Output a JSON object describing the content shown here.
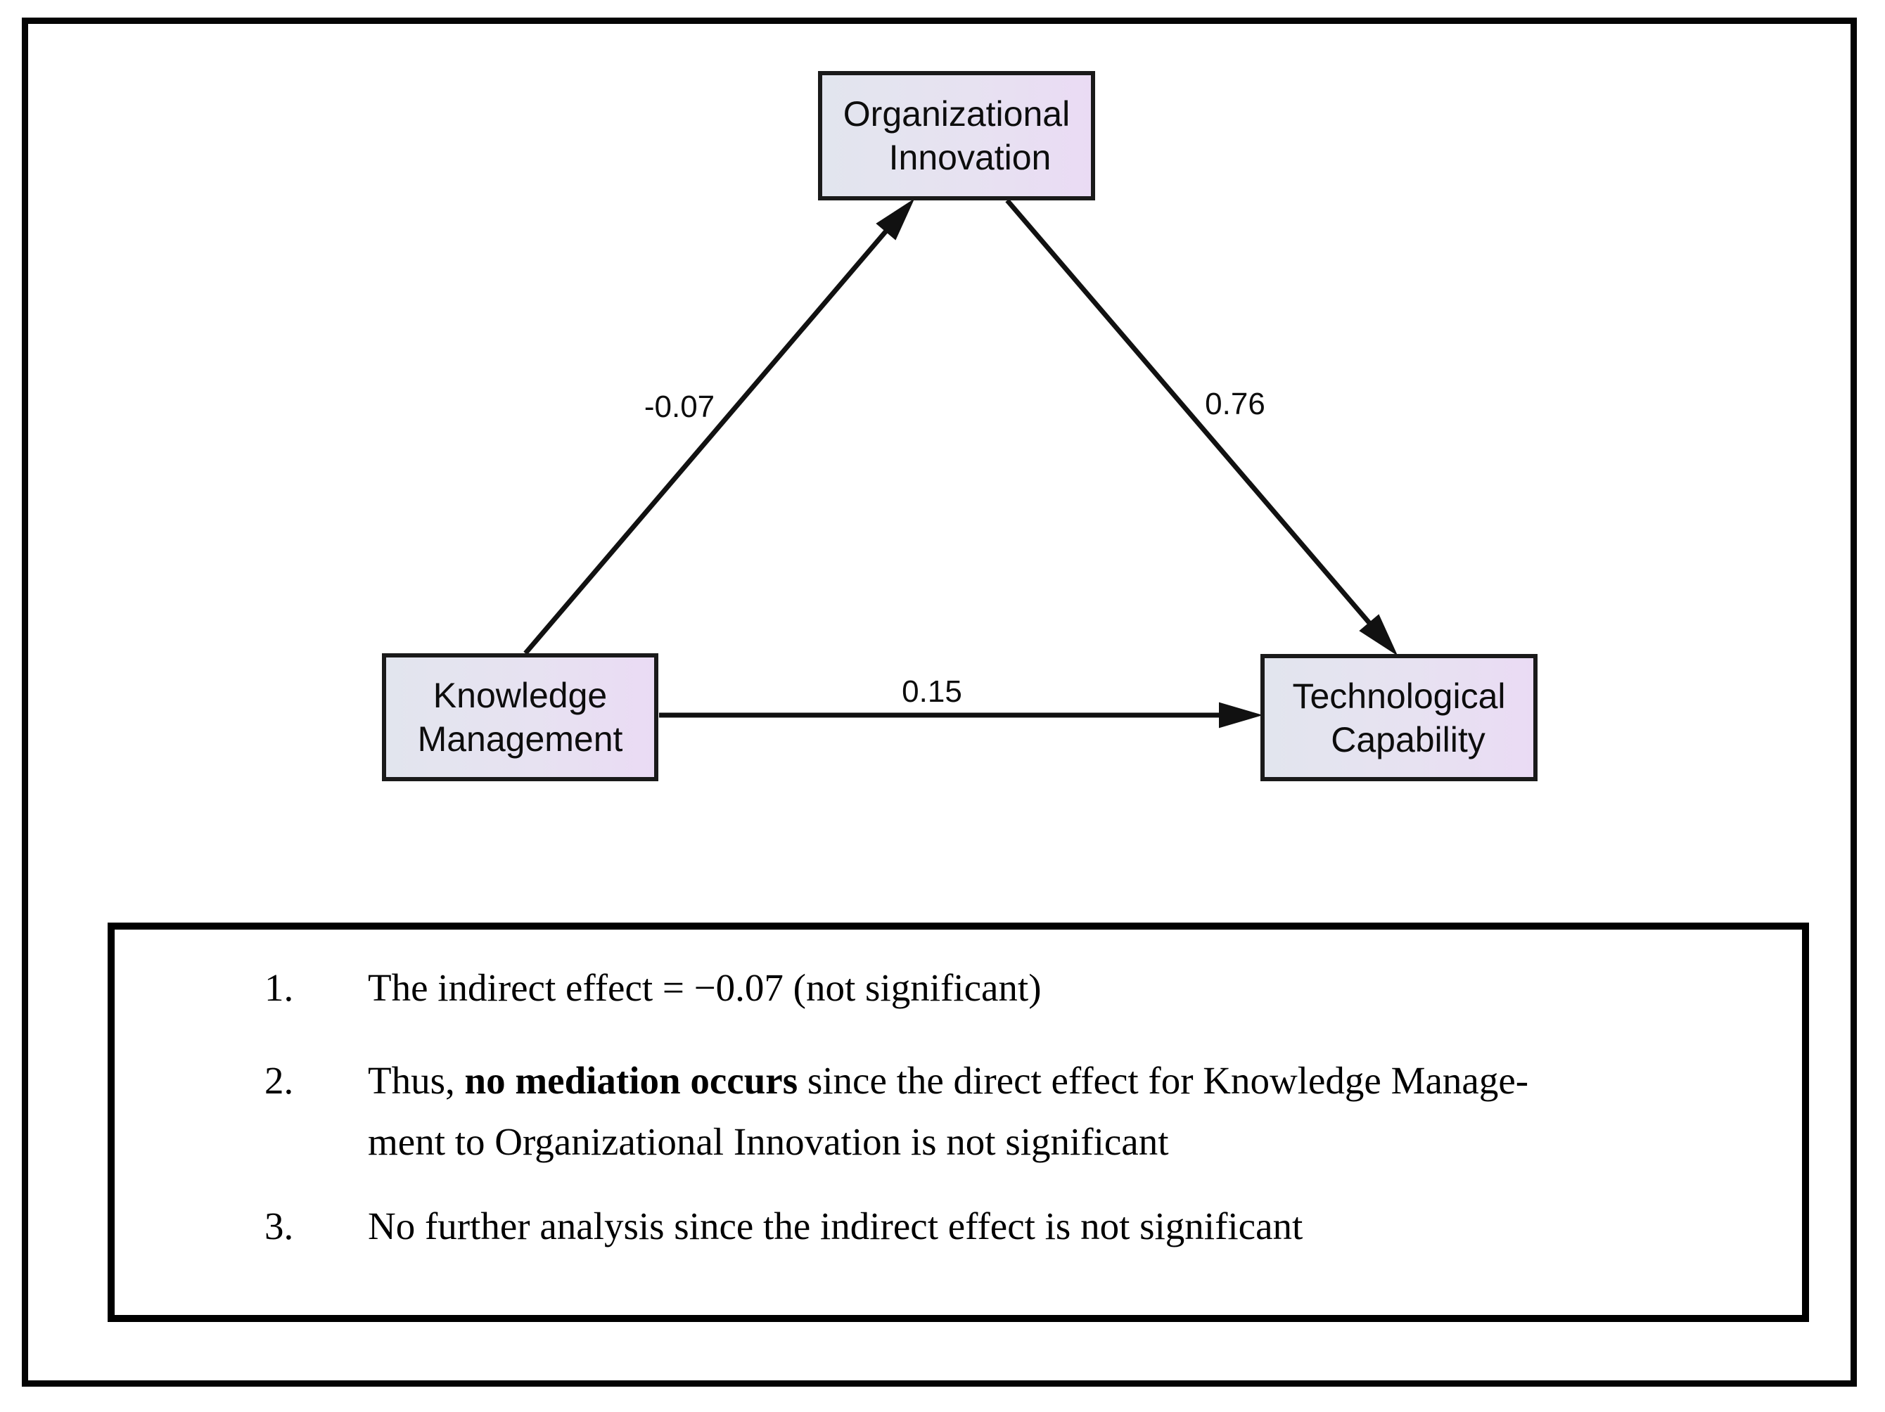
{
  "diagram": {
    "nodes": {
      "organizational_innovation": {
        "line1": "Organizational",
        "line2": "Innovation"
      },
      "knowledge_management": {
        "line1": "Knowledge",
        "line2": "Management"
      },
      "technological_capability": {
        "line1": "Technological",
        "line2": "Capability"
      }
    },
    "edges": {
      "km_to_oi": {
        "label": "-0.07"
      },
      "oi_to_tc": {
        "label": "0.76"
      },
      "km_to_tc": {
        "label": "0.15"
      }
    },
    "colors": {
      "node_fill_left": "#e2e5ee",
      "node_fill_right": "#eadbf4",
      "line_color": "#111111"
    }
  },
  "notes": {
    "item1": {
      "num": "1.",
      "text": "The indirect effect = −0.07 (not significant)"
    },
    "item2": {
      "num": "2.",
      "pre": "Thus, ",
      "bold": "no mediation occurs",
      "post": " since the direct effect for Knowledge Manage-",
      "line2": "ment to Organizational Innovation is not significant"
    },
    "item3": {
      "num": "3.",
      "text": "No further analysis since the indirect effect is not significant"
    }
  }
}
